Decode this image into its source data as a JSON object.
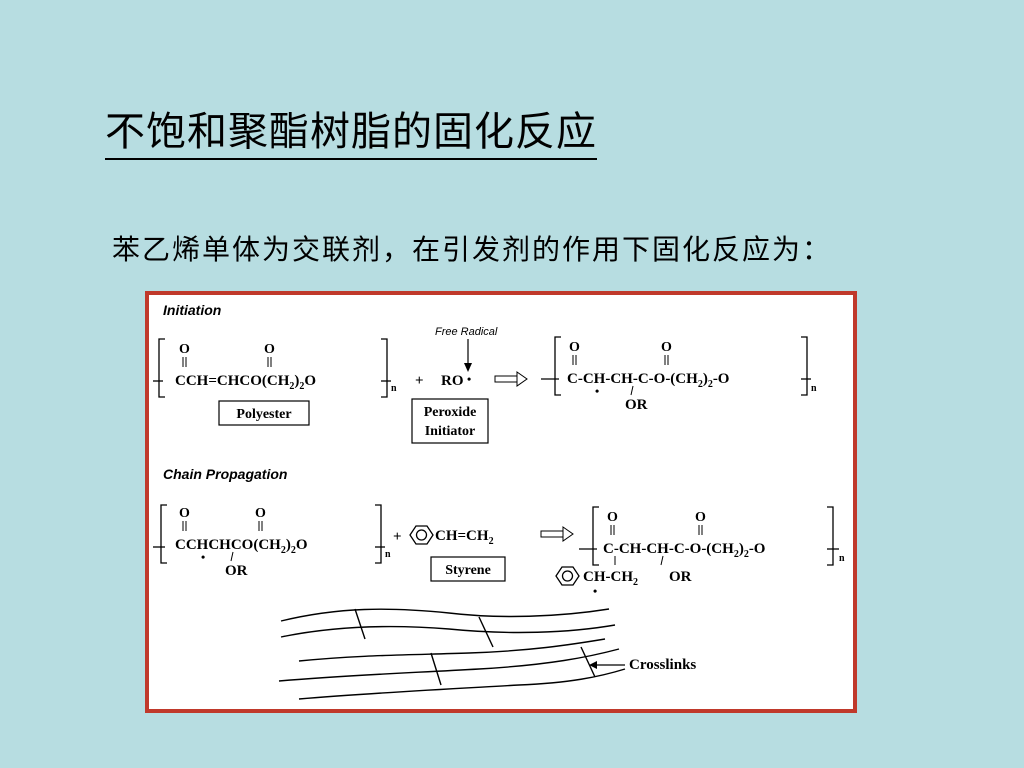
{
  "slide": {
    "title": "不饱和聚酯树脂的固化反应",
    "subtitle": "苯乙烯单体为交联剂，在引发剂的作用下固化反应为："
  },
  "figure": {
    "initiation": {
      "heading": "Initiation",
      "polyester_o1": "O",
      "polyester_o2": "O",
      "polyester_formula": "CCH=CHCO(CH",
      "polyester_sub": "2",
      "polyester_formula_end": ")",
      "polyester_sub2": "2",
      "polyester_tail": "O",
      "n1": "n",
      "polyester_label": "Polyester",
      "plus": "+",
      "free_radical": "Free Radical",
      "radical": "RO",
      "dot": "•",
      "initiator_label_1": "Peroxide",
      "initiator_label_2": "Initiator",
      "product_o1": "O",
      "product_o2": "O",
      "product_formula": "C-CH-CH-C-O-(CH",
      "product_sub": "2",
      "product_formula_end": ")",
      "product_sub2": "2",
      "product_tail": "-O",
      "product_or": "OR",
      "n2": "n"
    },
    "propagation": {
      "heading": "Chain Propagation",
      "reactant_o1": "O",
      "reactant_o2": "O",
      "reactant_formula": "CCHCHCO(CH",
      "reactant_sub": "2",
      "reactant_formula_end": ")",
      "reactant_sub2": "2",
      "reactant_tail": "O",
      "reactant_or": "OR",
      "n3": "n",
      "plus": "+",
      "styrene_formula": "CH=CH",
      "styrene_sub": "2",
      "styrene_label": "Styrene",
      "product_o1": "O",
      "product_o2": "O",
      "product_formula": "C-CH-CH-C-O-(CH",
      "product_sub": "2",
      "product_formula_end": ")",
      "product_sub2": "2",
      "product_tail": "-O",
      "product_branch": "CH-CH",
      "product_branch_sub": "2",
      "product_or": "OR",
      "n4": "n",
      "crosslinks": "Crosslinks"
    }
  }
}
